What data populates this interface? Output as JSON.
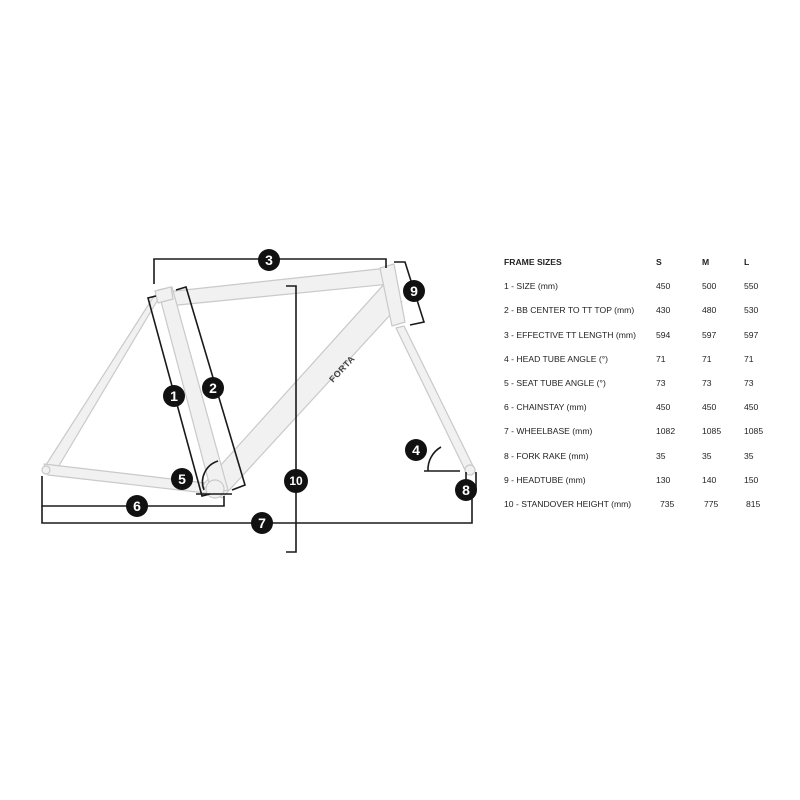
{
  "callouts": [
    "1",
    "2",
    "3",
    "4",
    "5",
    "6",
    "7",
    "8",
    "9",
    "10"
  ],
  "brand": "FORTA",
  "table": {
    "header": {
      "label": "FRAME SIZES",
      "s": "S",
      "m": "M",
      "l": "L"
    },
    "rows": [
      {
        "label": "1 - SIZE (mm)",
        "s": "450",
        "m": "500",
        "l": "550"
      },
      {
        "label": "2 - BB CENTER TO TT TOP (mm)",
        "s": "430",
        "m": "480",
        "l": "530"
      },
      {
        "label": "3 - EFFECTIVE TT LENGTH (mm)",
        "s": "594",
        "m": "597",
        "l": "597"
      },
      {
        "label": "4 - HEAD TUBE ANGLE (°)",
        "s": "71",
        "m": "71",
        "l": "71"
      },
      {
        "label": "5 - SEAT TUBE ANGLE (°)",
        "s": "73",
        "m": "73",
        "l": "73"
      },
      {
        "label": "6 - CHAINSTAY (mm)",
        "s": "450",
        "m": "450",
        "l": "450"
      },
      {
        "label": "7 - WHEELBASE (mm)",
        "s": "1082",
        "m": "1085",
        "l": "1085"
      },
      {
        "label": "8 - FORK RAKE (mm)",
        "s": "35",
        "m": "35",
        "l": "35"
      },
      {
        "label": "9 - HEADTUBE (mm)",
        "s": "130",
        "m": "140",
        "l": "150"
      },
      {
        "label": "10 - STANDOVER HEIGHT (mm)",
        "s": "735",
        "m": "775",
        "l": "815"
      }
    ]
  },
  "colors": {
    "frame_fill": "#f1f1f1",
    "frame_stroke": "#c9c9c9",
    "dimension_line": "#1a1a1a",
    "callout_fill": "#111111"
  }
}
